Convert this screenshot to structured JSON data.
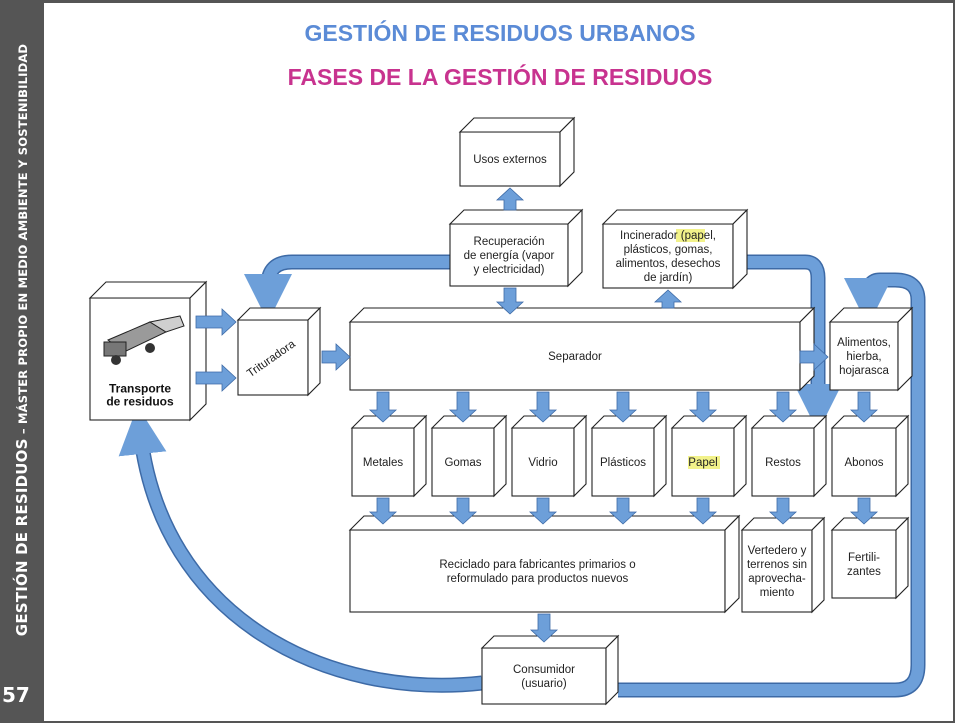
{
  "sidebar": {
    "label_part1": "GESTIÓN DE RESIDUOS",
    "label_part2": " – MÁSTER PROPIO EN MEDIO AMBIENTE Y SOSTENIBILIDAD",
    "page_number": "57"
  },
  "header": {
    "title": "GESTIÓN DE RESIDUOS URBANOS",
    "subtitle": "FASES DE LA GESTIÓN DE RESIDUOS"
  },
  "diagram": {
    "usos_externos": [
      "Usos externos"
    ],
    "recuperacion": [
      "Recuperación",
      "de energía (vapor",
      "y electricidad)"
    ],
    "incinerador": [
      "Incinerador (papel,",
      "plásticos, gomas,",
      "alimentos, desechos",
      "de jardín)"
    ],
    "transporte": [
      "Transporte",
      "de residuos"
    ],
    "trituradora": [
      "Trituradora"
    ],
    "separador": [
      "Separador"
    ],
    "alimentos": [
      "Alimentos,",
      "hierba,",
      "hojarasca"
    ],
    "materials": [
      "Metales",
      "Gomas",
      "Vidrio",
      "Plásticos",
      "Papel",
      "Restos"
    ],
    "abonos": [
      "Abonos"
    ],
    "reciclado": [
      "Reciclado para fabricantes primarios o",
      "reformulado para productos nuevos"
    ],
    "vertedero": [
      "Vertedero y",
      "terrenos sin",
      "aprovecha-",
      "miento"
    ],
    "fertilizantes": [
      "Fertili-",
      "zantes"
    ],
    "consumidor": [
      "Consumidor",
      "(usuario)"
    ]
  },
  "colors": {
    "sidebar": "#555555",
    "title": "#5b8bd6",
    "subtitle": "#c8338f",
    "arrow": "#6d9fd9",
    "highlight": "#f2f28a"
  }
}
